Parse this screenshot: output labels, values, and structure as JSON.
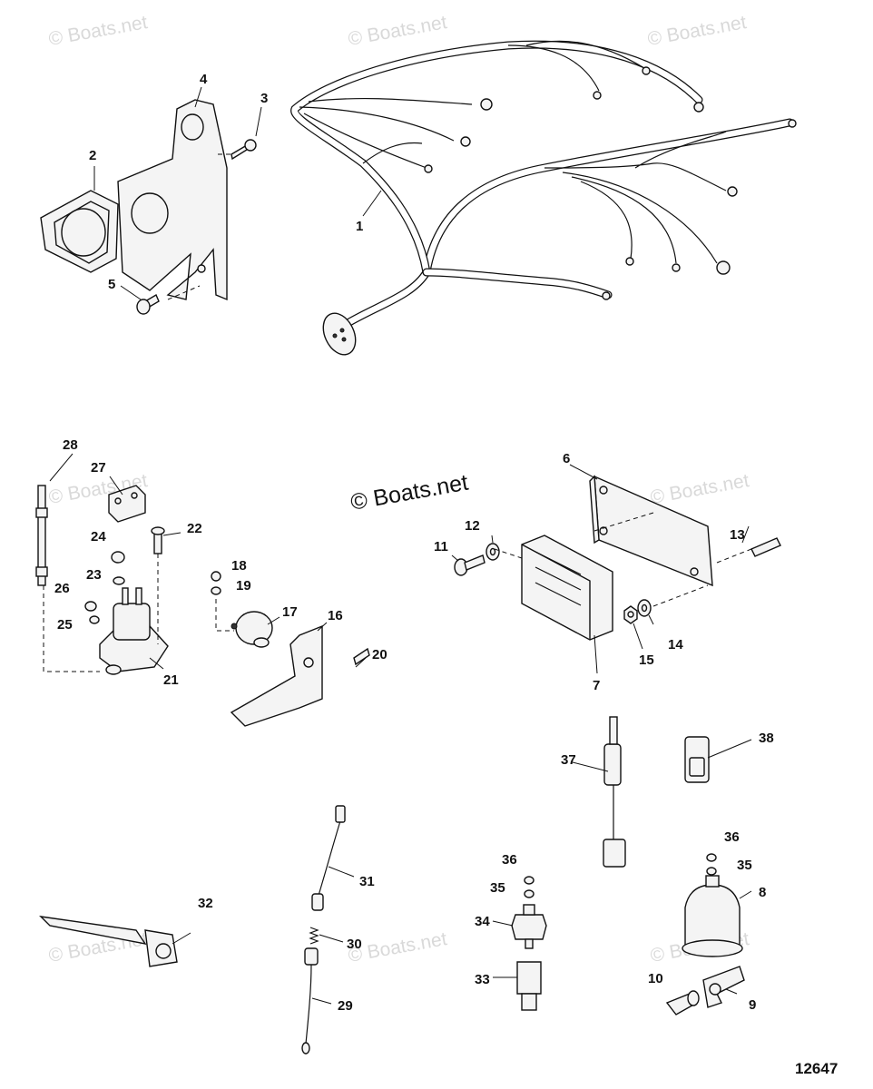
{
  "watermarks": {
    "text": "© Boats.net",
    "main": "© Boats.net"
  },
  "figure_number": "12647",
  "callouts": {
    "c1": "1",
    "c2": "2",
    "c3": "3",
    "c4": "4",
    "c5": "5",
    "c6": "6",
    "c7": "7",
    "c8": "8",
    "c9": "9",
    "c10": "10",
    "c11": "11",
    "c12": "12",
    "c13": "13",
    "c14": "14",
    "c15": "15",
    "c16": "16",
    "c17": "17",
    "c18": "18",
    "c19": "19",
    "c20": "20",
    "c21": "21",
    "c22": "22",
    "c23": "23",
    "c24": "24",
    "c25": "25",
    "c26": "26",
    "c27": "27",
    "c28": "28",
    "c29": "29",
    "c30": "30",
    "c31": "31",
    "c32": "32",
    "c33": "33",
    "c34": "34",
    "c35a": "35",
    "c35b": "35",
    "c36a": "36",
    "c36b": "36",
    "c37": "37",
    "c38": "38"
  }
}
